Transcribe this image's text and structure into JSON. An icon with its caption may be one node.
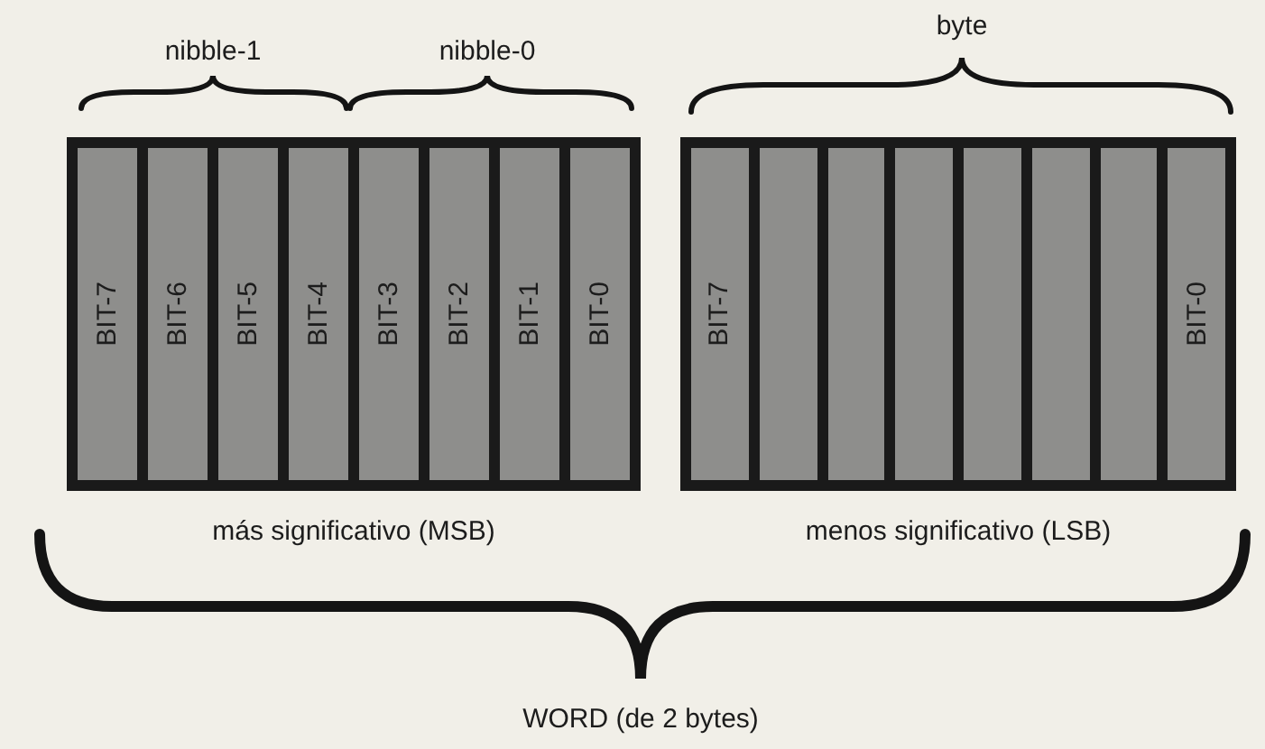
{
  "diagram": {
    "nodes": [
      {
        "text": [],
        "shape": "box",
        "beside": [
          "más significativo (MSB)"
        ]
      },
      {
        "text": [
          "BIT-7"
        ],
        "in": 0
      },
      {
        "text": [
          "BIT-6"
        ],
        "in": 0
      },
      {
        "text": [
          "BIT-5"
        ],
        "in": 0
      },
      {
        "text": [
          "BIT-4"
        ],
        "in": 0
      },
      {
        "text": [
          "BIT-3"
        ],
        "in": 0
      },
      {
        "text": [
          "BIT-2"
        ],
        "in": 0
      },
      {
        "text": [
          "BIT-1"
        ],
        "in": 0
      },
      {
        "text": [
          "BIT-0"
        ],
        "in": 0
      },
      {
        "text": [],
        "shape": "box",
        "beside": [
          "menos significativo (LSB)"
        ]
      },
      {
        "text": [
          "BIT-7"
        ],
        "in": 9
      },
      {
        "text": [],
        "shape": "box",
        "in": 9
      },
      {
        "text": [],
        "shape": "box",
        "in": 9
      },
      {
        "text": [],
        "shape": "box",
        "in": 9
      },
      {
        "text": [],
        "shape": "box",
        "in": 9
      },
      {
        "text": [],
        "shape": "box",
        "in": 9
      },
      {
        "text": [],
        "shape": "box",
        "in": 9
      },
      {
        "text": [
          "BIT-0"
        ],
        "in": 9
      }
    ],
    "labels": [
      "nibble-1",
      "nibble-0",
      "byte",
      "WORD (de 2 bytes)"
    ]
  }
}
